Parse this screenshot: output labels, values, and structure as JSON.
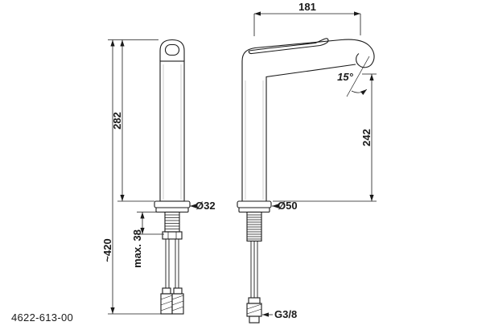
{
  "meta": {
    "part_number": "4622-613-00"
  },
  "dims": {
    "front_height": "282",
    "overall_height": "~420",
    "max_deck_thickness": "max. 38",
    "escutcheon_diameter_front": "Ø32",
    "spout_reach": "181",
    "spout_angle": "15°",
    "outlet_height": "242",
    "escutcheon_diameter_side": "Ø50",
    "thread_size": "G3/8"
  },
  "colors": {
    "line": "#1a1a1a",
    "faint_line": "#b0b0b0",
    "background": "#ffffff"
  }
}
